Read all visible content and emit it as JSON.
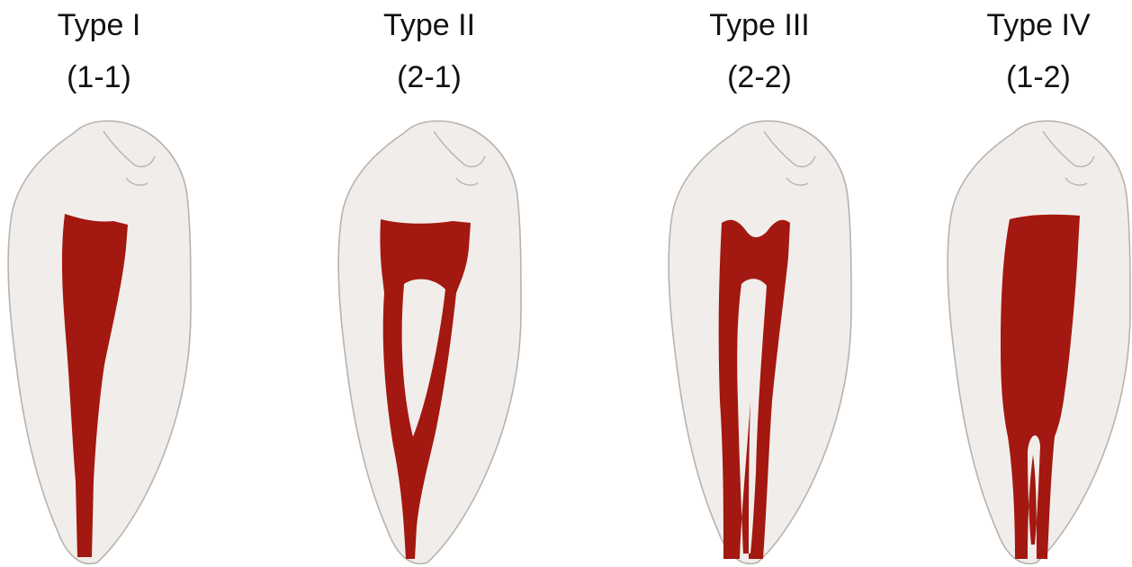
{
  "colors": {
    "background": "#ffffff",
    "tooth_fill": "#f1edea",
    "tooth_outline": "#b9b2ad",
    "canal": "#a31810",
    "label_text": "#111111"
  },
  "panels": [
    {
      "type_label": "Type I",
      "code_label": "(1-1)",
      "canal_pattern": "single canal"
    },
    {
      "type_label": "Type II",
      "code_label": "(2-1)",
      "canal_pattern": "two canals merging into one"
    },
    {
      "type_label": "Type III",
      "code_label": "(2-2)",
      "canal_pattern": "two separate canals"
    },
    {
      "type_label": "Type IV",
      "code_label": "(1-2)",
      "canal_pattern": "one canal splitting into two"
    }
  ]
}
